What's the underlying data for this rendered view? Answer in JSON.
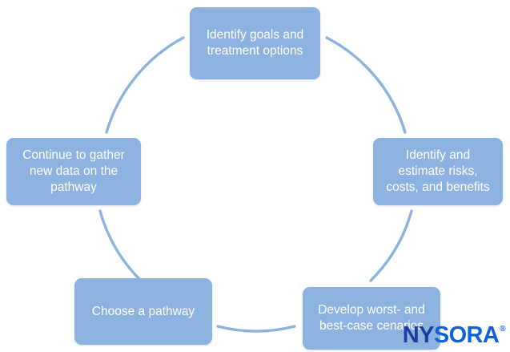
{
  "diagram": {
    "type": "cycle",
    "title": "",
    "colors": {
      "node_fill": "#8cb3e0",
      "node_text": "#ffffff",
      "arc": "#8cb3e0",
      "background": "#ffffff",
      "logo_primary": "#1b3c9e",
      "logo_secondary": "#1061d8"
    },
    "nodes": [
      {
        "id": "identify-goals",
        "label": "Identify goals and\ntreatment options",
        "position": "top"
      },
      {
        "id": "identify-estimate",
        "label": "Identify and\nestimate risks,\ncosts, and benefits",
        "position": "right"
      },
      {
        "id": "develop-scenarios",
        "label": "Develop worst- and\nbest-case cenarios",
        "position": "bottom-right"
      },
      {
        "id": "choose-pathway",
        "label": "Choose a pathway",
        "position": "bottom-left"
      },
      {
        "id": "continue-gather-data",
        "label": "Continue to gather\nnew data on the\npathway",
        "position": "left"
      }
    ],
    "connectors": [
      {
        "id": "arc-top-to-right",
        "from": "identify-goals",
        "to": "identify-estimate"
      },
      {
        "id": "arc-right-to-bottomright",
        "from": "identify-estimate",
        "to": "develop-scenarios"
      },
      {
        "id": "arc-bottomright-to-bottomleft",
        "from": "develop-scenarios",
        "to": "choose-pathway"
      },
      {
        "id": "arc-bottomleft-to-left",
        "from": "choose-pathway",
        "to": "continue-gather-data"
      },
      {
        "id": "arc-left-to-top",
        "from": "continue-gather-data",
        "to": "identify-goals"
      }
    ]
  },
  "logo": {
    "part_one": "NY",
    "part_two": "SORA",
    "trademark": "®"
  }
}
